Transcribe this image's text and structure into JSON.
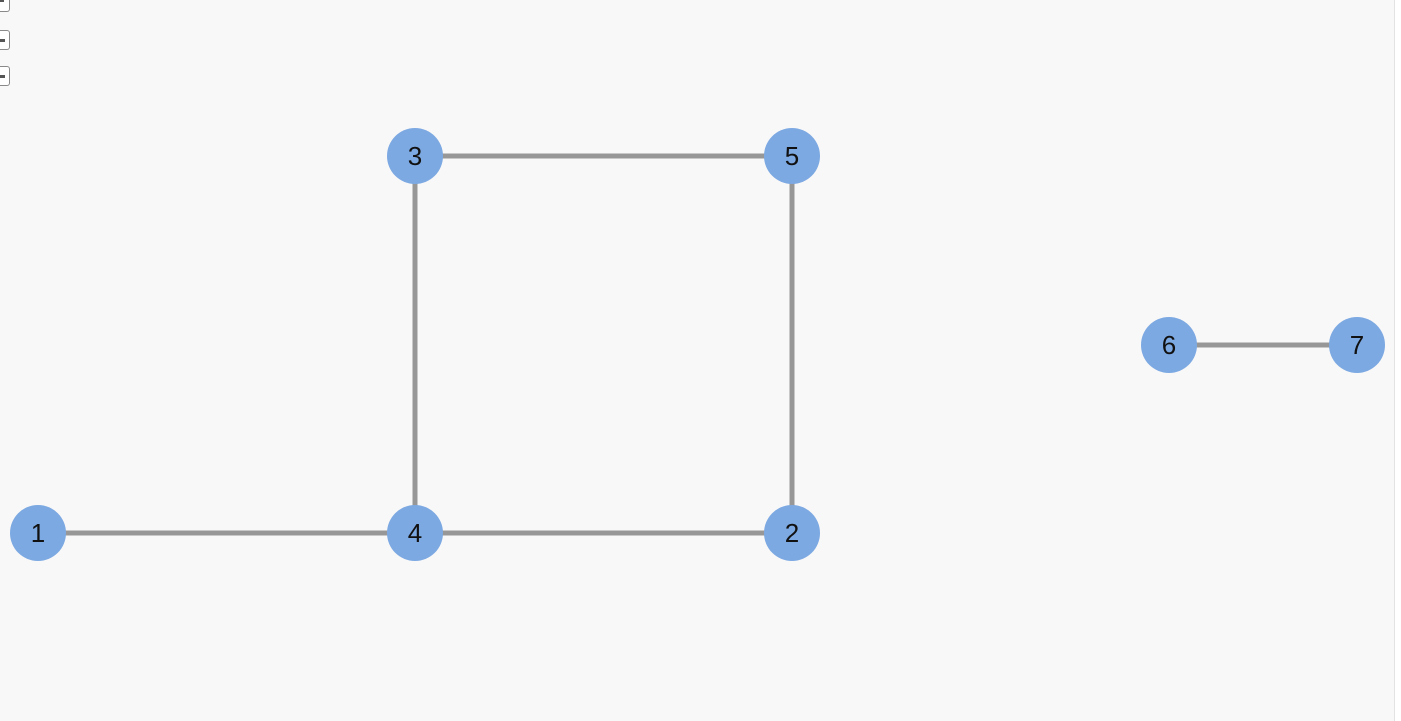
{
  "colors": {
    "background": "#f8f8f8",
    "node_fill": "#7da9e2",
    "edge_stroke": "#979797",
    "label": "#111111"
  },
  "controls": {
    "items": [
      {
        "name": "fit-view-button",
        "icon": "fit-icon"
      },
      {
        "name": "zoom-in-button",
        "icon": "plus-icon"
      },
      {
        "name": "zoom-out-button",
        "icon": "minus-icon"
      }
    ]
  },
  "graph": {
    "nodes": [
      {
        "id": "1",
        "label": "1"
      },
      {
        "id": "2",
        "label": "2"
      },
      {
        "id": "3",
        "label": "3"
      },
      {
        "id": "4",
        "label": "4"
      },
      {
        "id": "5",
        "label": "5"
      },
      {
        "id": "6",
        "label": "6"
      },
      {
        "id": "7",
        "label": "7"
      }
    ],
    "edges": [
      {
        "source": "1",
        "target": "4"
      },
      {
        "source": "4",
        "target": "2"
      },
      {
        "source": "4",
        "target": "3"
      },
      {
        "source": "3",
        "target": "5"
      },
      {
        "source": "5",
        "target": "2"
      },
      {
        "source": "6",
        "target": "7"
      }
    ]
  }
}
